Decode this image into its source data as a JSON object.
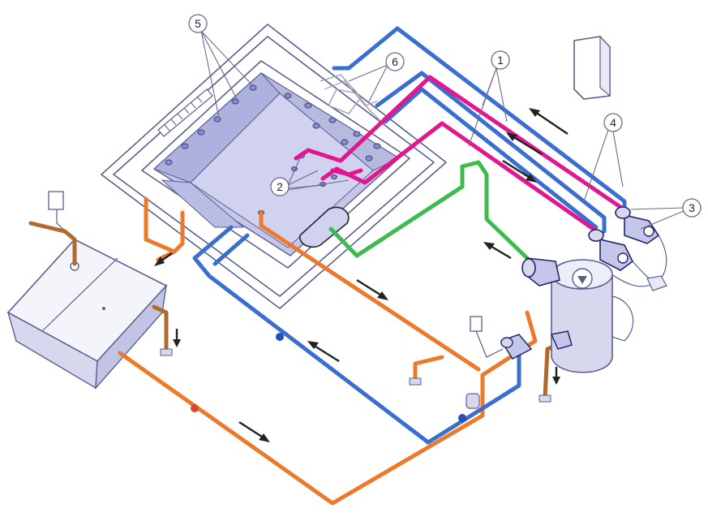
{
  "colors": {
    "return_lines": "#3a6fd0",
    "jet_lines": "#e0178f",
    "suction_line": "#3dbb4e",
    "drain_lines": "#ec7a2a",
    "waste_lines": "#b06a2c",
    "tub_fill": "#c4c6ea",
    "outline": "#5a5f8f"
  },
  "callouts": {
    "c1": "1",
    "c2": "2",
    "c3": "3",
    "c4": "4",
    "c5": "5",
    "c6": "6"
  },
  "components": [
    "spa-tub",
    "jet-pumps",
    "filter-tank",
    "circulation-pump",
    "balance-tank",
    "control-panel"
  ]
}
